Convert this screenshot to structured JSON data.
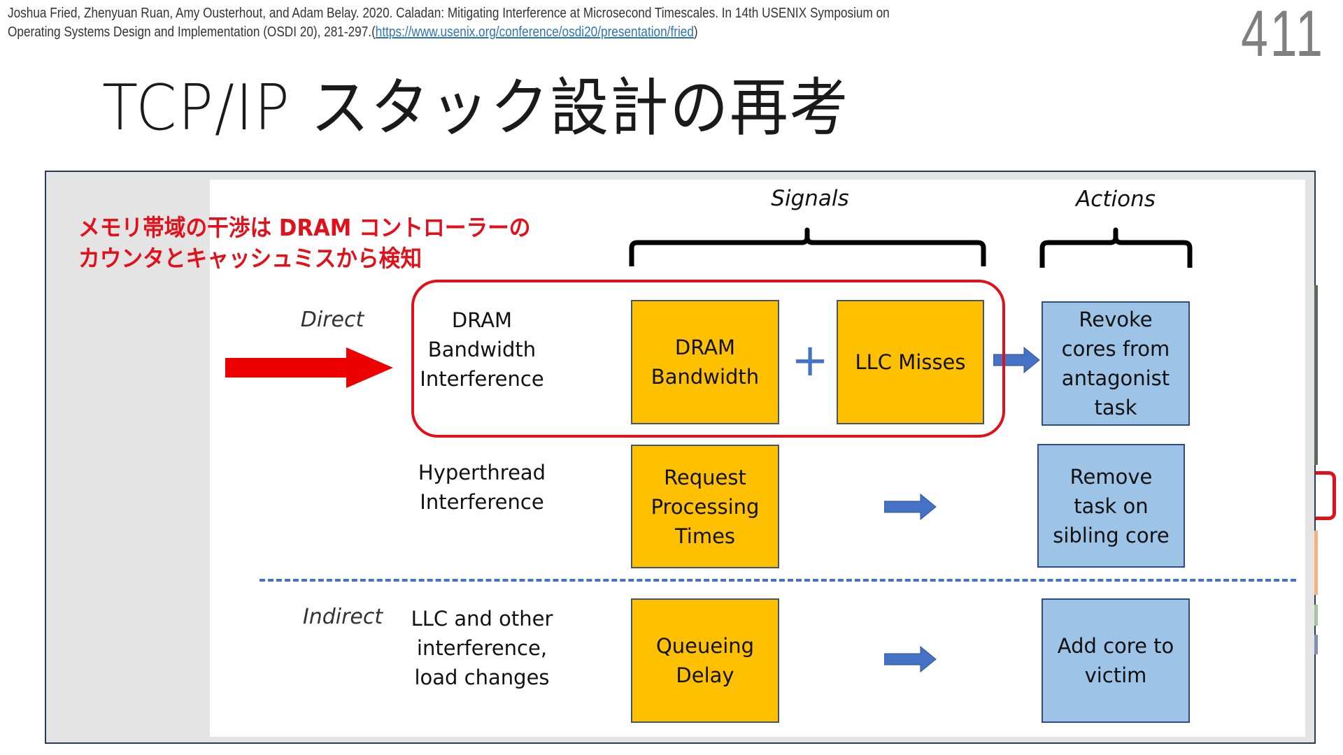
{
  "citation": {
    "line1": "Joshua Fried, Zhenyuan Ruan, Amy Ousterhout, and Adam Belay. 2020. Caladan: Mitigating Interference at Microsecond Timescales. In 14th USENIX Symposium on",
    "line2_prefix": "Operating Systems Design and Implementation (OSDI 20), 281-297.(",
    "link": "https://www.usenix.org/conference/osdi20/presentation/fried",
    "line2_suffix": ")"
  },
  "page_number": "411",
  "title": "TCP/IP スタック設計の再考",
  "annotation": {
    "line1": "メモリ帯域の干渉は DRAM コントローラーの",
    "line2": "カウンタとキャッシュミスから検知",
    "color": "#e0111b"
  },
  "diagram": {
    "headers": {
      "signals": "Signals",
      "actions": "Actions"
    },
    "rows": [
      {
        "category": "Direct",
        "description": "DRAM\nBandwidth\nInterference",
        "signals": [
          "DRAM\nBandwidth",
          "LLC Misses"
        ],
        "combiner": "+",
        "action": "Revoke\ncores from\nantagonist\ntask",
        "highlighted": true
      },
      {
        "category": "",
        "description": "Hyperthread\nInterference",
        "signals": [
          "Request\nProcessing\nTimes"
        ],
        "action": "Remove\ntask on\nsibling core",
        "highlighted": false
      },
      {
        "category": "Indirect",
        "description": "LLC and other\ninterference,\nload changes",
        "signals": [
          "Queueing\nDelay"
        ],
        "action": "Add core to\nvictim",
        "highlighted": false
      }
    ],
    "colors": {
      "signal_fill": "#ffc000",
      "action_fill": "#9dc3e6",
      "arrow_blue": "#4472c4",
      "highlight_red": "#e0111b"
    }
  }
}
